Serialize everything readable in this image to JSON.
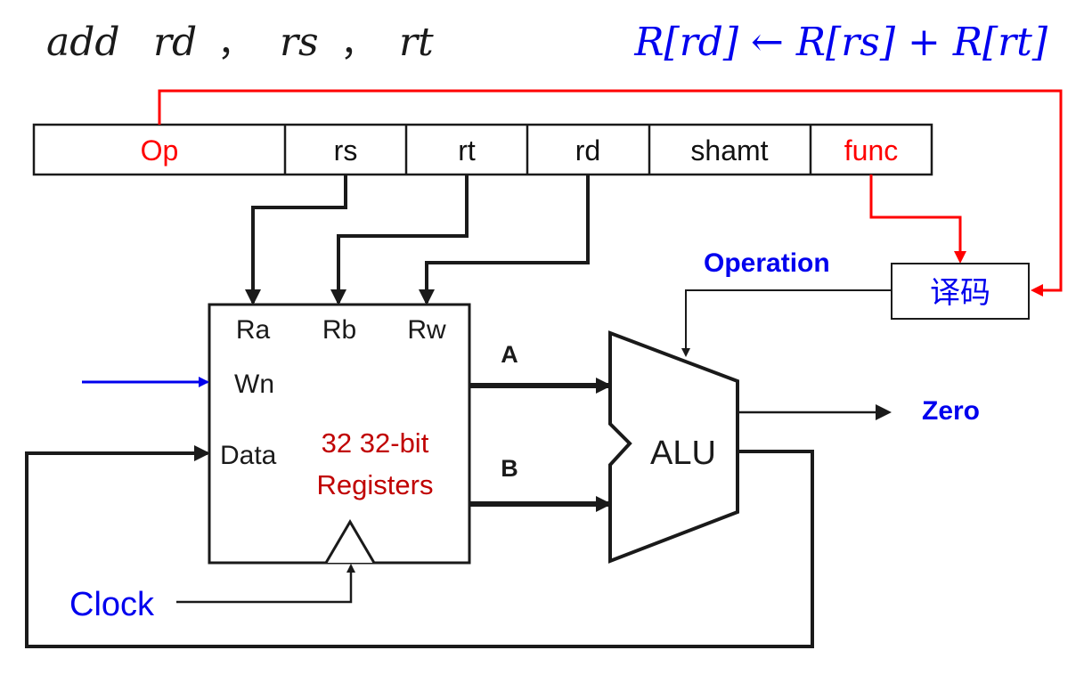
{
  "instruction": {
    "mnemonic": "add",
    "operand1": "rd",
    "operand2": "rs",
    "operand3": "rt",
    "sep1": "，",
    "sep2": "，",
    "rtl": "R[rd] ← R[rs] + R[rt]"
  },
  "format_fields": [
    {
      "label": "Op",
      "color": "#ff0000"
    },
    {
      "label": "rs",
      "color": "#111111"
    },
    {
      "label": "rt",
      "color": "#111111"
    },
    {
      "label": "rd",
      "color": "#111111"
    },
    {
      "label": "shamt",
      "color": "#111111"
    },
    {
      "label": "func",
      "color": "#ff0000"
    }
  ],
  "decoder": {
    "label": "译码"
  },
  "operation_label": "Operation",
  "register_file": {
    "ports": [
      "Ra",
      "Rb",
      "Rw"
    ],
    "wn": "Wn",
    "data": "Data",
    "title_line1": "32 32-bit",
    "title_line2": "Registers"
  },
  "bus_labels": {
    "a": "A",
    "b": "B"
  },
  "alu": {
    "label": "ALU",
    "zero": "Zero"
  },
  "clock_label": "Clock",
  "colors": {
    "red": "#ff0000",
    "blue": "#0000ee",
    "dark": "#1a1a1a",
    "dark_red": "#c00000"
  }
}
